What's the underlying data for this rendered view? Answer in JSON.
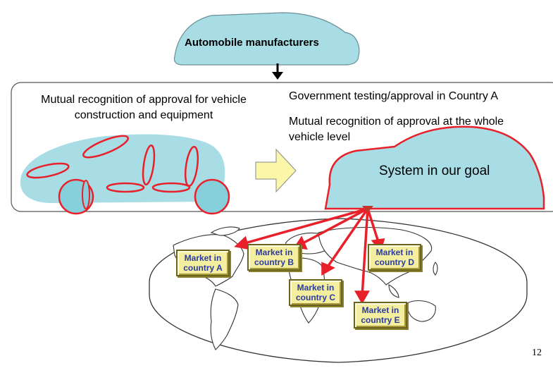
{
  "top_label": "Automobile manufacturers",
  "left_text": "Mutual recognition of approval for vehicle construction and equipment",
  "right_text_1": "Government testing/approval in Country A",
  "right_text_2": "Mutual recognition of approval at the whole vehicle level",
  "goal_label": "System in our goal",
  "markets": [
    {
      "label": "Market in country A"
    },
    {
      "label": "Market in country B"
    },
    {
      "label": "Market in country C"
    },
    {
      "label": "Market in country D"
    },
    {
      "label": "Market in country E"
    }
  ],
  "page_number": "12",
  "colors": {
    "car_fill": "#a8dde6",
    "outline_red": "#e8202a",
    "arrow_yellow": "#fbf7a8",
    "wheel_fill": "#86d0dc",
    "market_fill": "#f3ef9e",
    "market_text": "#2b3aa0"
  }
}
